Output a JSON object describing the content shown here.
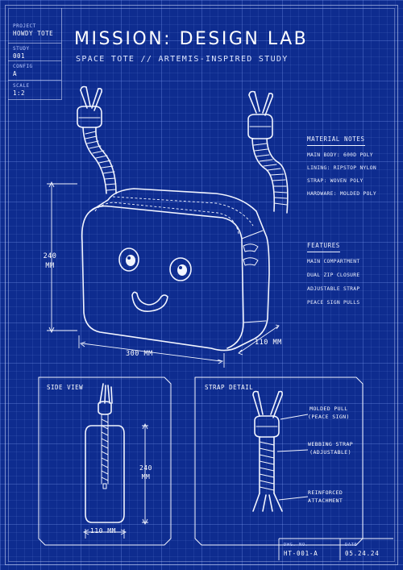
{
  "title_block": [
    {
      "label": "PROJECT",
      "value": "HOWDY TOTE"
    },
    {
      "label": "STUDY",
      "value": "001"
    },
    {
      "label": "CONFIG",
      "value": "A"
    },
    {
      "label": "SCALE",
      "value": "1:2"
    }
  ],
  "header": {
    "title": "MISSION: DESIGN LAB",
    "subtitle": "SPACE TOTE // ARTEMIS-INSPIRED STUDY"
  },
  "material_notes": {
    "heading": "MATERIAL NOTES",
    "items": [
      "MAIN BODY: 600D POLY",
      "LINING: RIPSTOP NYLON",
      "STRAP: WOVEN POLY",
      "HARDWARE: MOLDED POLY"
    ]
  },
  "features": {
    "heading": "FEATURES",
    "items": [
      "MAIN COMPARTMENT",
      "DUAL ZIP CLOSURE",
      "ADJUSTABLE STRAP",
      "PEACE SIGN PULLS"
    ]
  },
  "main_dimensions": {
    "height": "240",
    "height_unit": "MM",
    "width": "300 MM",
    "depth": "110 MM"
  },
  "side_view": {
    "title": "SIDE VIEW",
    "height": "240",
    "height_unit": "MM",
    "depth": "110 MM"
  },
  "strap_detail": {
    "title": "STRAP DETAIL",
    "callouts": [
      {
        "line1": "MOLDED PULL",
        "line2": "(PEACE SIGN)"
      },
      {
        "line1": "WEBBING STRAP",
        "line2": "(ADJUSTABLE)"
      },
      {
        "line1": "REINFORCED",
        "line2": "ATTACHMENT"
      }
    ]
  },
  "footer": {
    "dwg_label": "DWG. NO.",
    "dwg_value": "HT-001-A",
    "date_label": "DATE",
    "date_value": "05.24.24"
  },
  "colors": {
    "background": "#0e2c8f",
    "lines": "#f2f5ff"
  }
}
